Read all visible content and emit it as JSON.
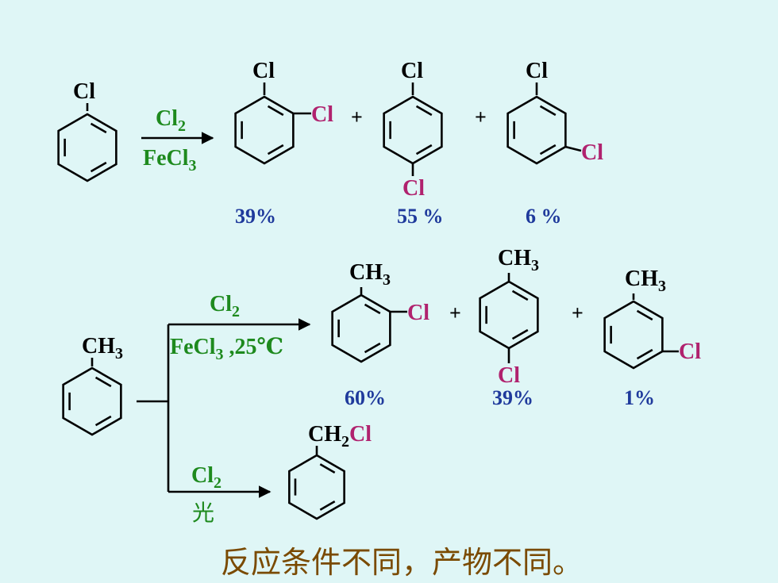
{
  "reaction1": {
    "reactant_label": "Cl",
    "reagent_top": "Cl",
    "reagent_top_sub": "2",
    "reagent_bottom": "FeCl",
    "reagent_bottom_sub": "3",
    "product_ortho": {
      "top": "Cl",
      "side": "Cl",
      "percent": "39%"
    },
    "product_para": {
      "top": "Cl",
      "bottom": "Cl",
      "percent": "55 %"
    },
    "product_meta": {
      "top": "Cl",
      "side": "Cl",
      "percent": "6 %"
    },
    "plus": "+"
  },
  "reaction2": {
    "reactant_label": "CH",
    "reactant_label_sub": "3",
    "reagent_top": "Cl",
    "reagent_top_sub": "2",
    "reagent_bottom": "FeCl",
    "reagent_bottom_sub": "3",
    "reagent_bottom_tail": " ,25℃",
    "product_ortho": {
      "top": "CH",
      "top_sub": "3",
      "side": "Cl",
      "percent": "60%"
    },
    "product_para": {
      "top": "CH",
      "top_sub": "3",
      "bottom": "Cl",
      "percent": "39%"
    },
    "product_meta": {
      "top": "CH",
      "top_sub": "3",
      "side": "Cl",
      "percent": "1%"
    },
    "plus": "+"
  },
  "reaction3": {
    "reagent_top": "Cl",
    "reagent_top_sub": "2",
    "reagent_bottom": "光",
    "product_label_a": "CH",
    "product_label_sub": "2",
    "product_label_b": "Cl"
  },
  "conclusion": "反应条件不同，产物不同。"
}
